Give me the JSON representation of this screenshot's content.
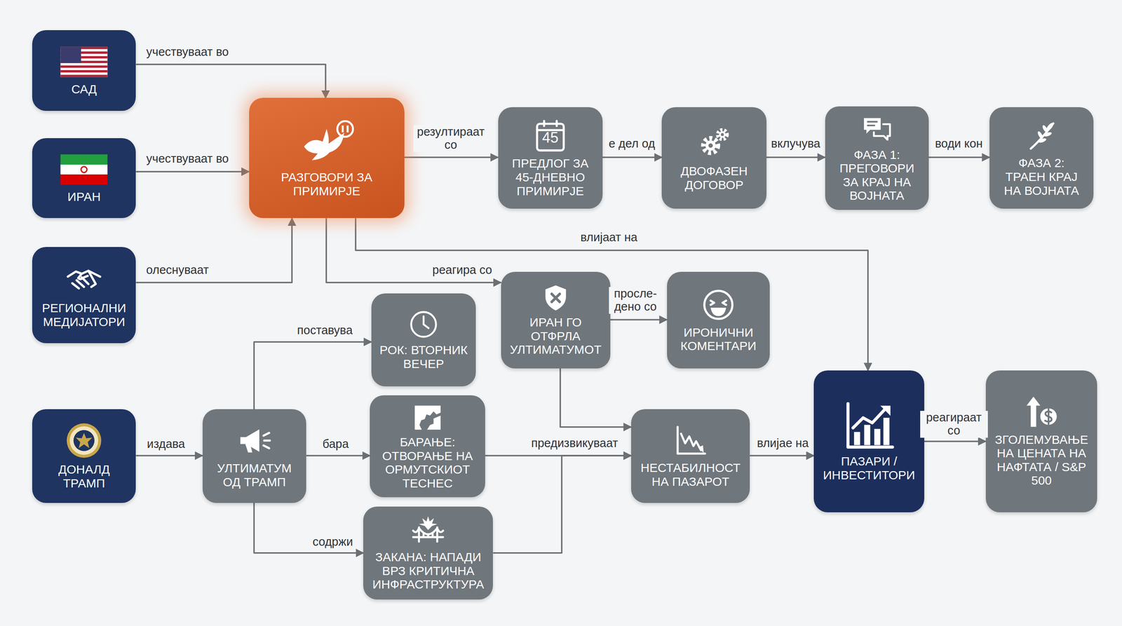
{
  "diagram": {
    "nodes": [
      {
        "text": [
          "САД"
        ]
      },
      {
        "text": [
          "ИРАН"
        ]
      },
      {
        "text": [
          "РЕГИОНАЛНИ МЕДИЈАТОРИ"
        ]
      },
      {
        "text": [
          "РАЗГОВОРИ ЗА ПРИМИРЈЕ"
        ]
      },
      {
        "text": [
          "45",
          "ПРЕДЛОГ ЗА 45-ДНЕВНО ПРИМИРЈЕ"
        ]
      },
      {
        "text": [
          "ДВОФАЗЕН ДОГОВОР"
        ]
      },
      {
        "text": [
          "ФАЗА 1: ПРЕГОВОРИ ЗА КРАЈ НА ВОЈНАТА"
        ]
      },
      {
        "text": [
          "ФАЗА 2: ТРАЕН КРАЈ НА ВОЈНАТА"
        ]
      },
      {
        "text": [
          "ИРАН ГО ОТФРЛА УЛТИМАТУМОТ"
        ]
      },
      {
        "text": [
          "ИРОНИЧНИ КОМЕНТАРИ"
        ]
      },
      {
        "text": [
          "РОК: ВТОРНИК ВЕЧЕР"
        ]
      },
      {
        "text": [
          "ДОНАЛД ТРАМП"
        ]
      },
      {
        "text": [
          "УЛТИМАТУМ ОД ТРАМП"
        ]
      },
      {
        "text": [
          "БАРАЊЕ: ОТВОРАЊЕ НА ОРМУТСКИОТ ТЕСНЕС"
        ]
      },
      {
        "text": [
          "ЗАКАНА: НАПАДИ ВРЗ КРИТИЧНА ИНФРАСТРУКТУРА"
        ]
      },
      {
        "text": [
          "НЕСТАБИЛНОСТ НА ПАЗАРОТ"
        ]
      },
      {
        "text": [
          "ПАЗАРИ / ИНВЕСТИТОРИ"
        ]
      },
      {
        "text": [
          "ЗГОЛЕМУВАЊЕ НА ЦЕНАТА НА НАФТАТА / S&P 500"
        ]
      }
    ],
    "edges": [
      {
        "from": 0,
        "to": 3,
        "label": "учествуваат во",
        "arrow": "to"
      },
      {
        "from": 1,
        "to": 3,
        "label": "учествуваат во",
        "arrow": "to"
      },
      {
        "from": 2,
        "to": 3,
        "label": "олеснуваат",
        "arrow": "to"
      },
      {
        "from": 3,
        "to": 4,
        "label": "резултираат со",
        "arrow": "to"
      },
      {
        "from": 4,
        "to": 5,
        "label": "е дел од",
        "arrow": "to"
      },
      {
        "from": 5,
        "to": 6,
        "label": "вклучува",
        "arrow": "to"
      },
      {
        "from": 6,
        "to": 7,
        "label": "води кон",
        "arrow": "to"
      },
      {
        "from": 3,
        "to": 16,
        "label": "влијаат на",
        "arrow": "to"
      },
      {
        "from": 3,
        "to": 8,
        "label": "реагира со",
        "arrow": "to"
      },
      {
        "from": 8,
        "to": 9,
        "label": "просле- дено со",
        "arrow": "to"
      },
      {
        "from": 11,
        "to": 12,
        "label": "издава",
        "arrow": "to"
      },
      {
        "from": 12,
        "to": 10,
        "label": "поставува",
        "arrow": "to"
      },
      {
        "from": 12,
        "to": 13,
        "label": "бара",
        "arrow": "to"
      },
      {
        "from": 12,
        "to": 14,
        "label": "содржи",
        "arrow": "to"
      },
      {
        "from": 13,
        "to": 15,
        "label": "предизвикуваат",
        "arrow": "to"
      },
      {
        "from": 14,
        "to": 15,
        "arrow": "to"
      },
      {
        "from": 8,
        "to": 15,
        "arrow": "to"
      },
      {
        "from": 15,
        "to": 16,
        "label": "влијае на",
        "arrow": "to"
      },
      {
        "from": 16,
        "to": 17,
        "label": "реагираат со",
        "arrow": "to"
      }
    ]
  }
}
